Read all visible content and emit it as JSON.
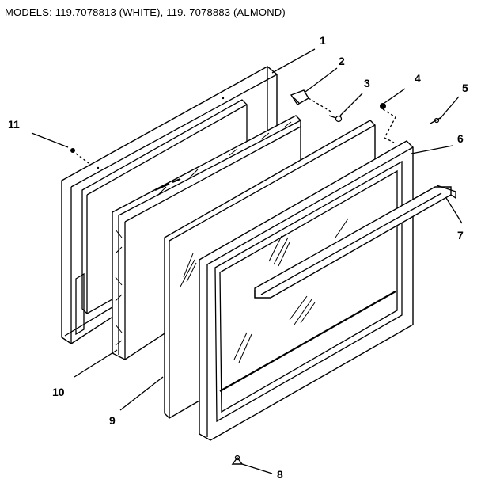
{
  "header": {
    "models_text": "MODELS:  119.7078813 (WHITE), 119. 7078883 (ALMOND)"
  },
  "callouts": [
    {
      "id": "1",
      "label": "1"
    },
    {
      "id": "2",
      "label": "2"
    },
    {
      "id": "3",
      "label": "3"
    },
    {
      "id": "4",
      "label": "4"
    },
    {
      "id": "5",
      "label": "5"
    },
    {
      "id": "6",
      "label": "6"
    },
    {
      "id": "7",
      "label": "7"
    },
    {
      "id": "8",
      "label": "8"
    },
    {
      "id": "9",
      "label": "9"
    },
    {
      "id": "10",
      "label": "10"
    },
    {
      "id": "11",
      "label": "11"
    }
  ]
}
